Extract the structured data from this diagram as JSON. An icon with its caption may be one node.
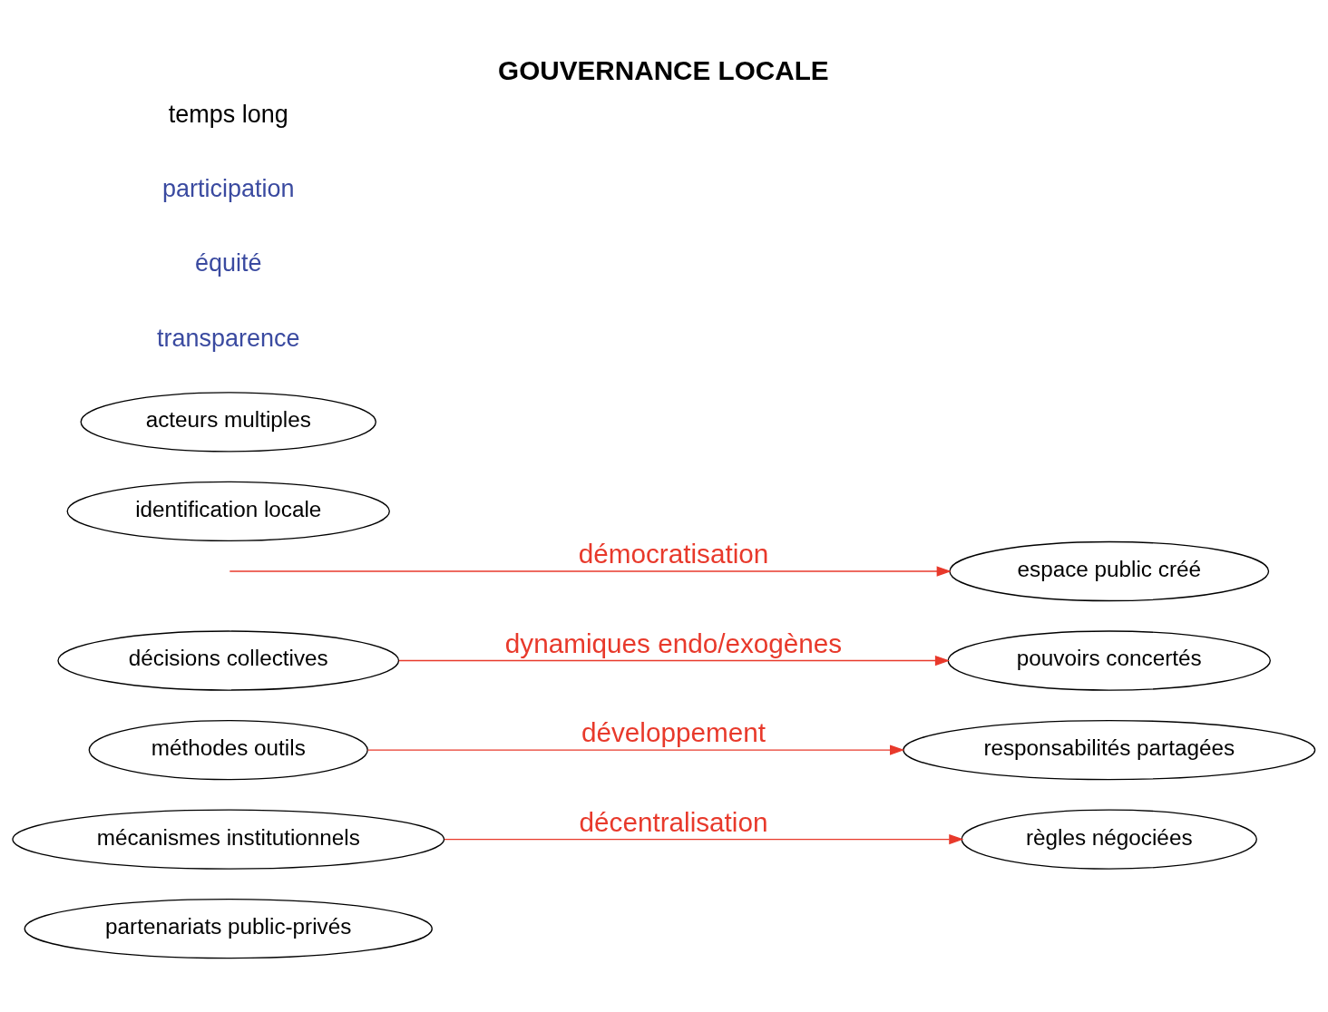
{
  "diagram": {
    "title": "GOUVERNANCE LOCALE",
    "nodes": [
      {
        "text": [
          "partenariats public-privés"
        ]
      },
      {
        "text": [
          "règles négociées"
        ]
      },
      {
        "text": [
          "mécanismes institutionnels"
        ]
      },
      {
        "text": [
          "responsabilités partagées"
        ]
      },
      {
        "text": [
          "méthodes outils"
        ]
      },
      {
        "text": [
          "pouvoirs concertés"
        ]
      },
      {
        "text": [
          "décisions collectives"
        ]
      },
      {
        "text": [
          "espace public créé"
        ]
      },
      {
        "text": [
          "identification locale"
        ]
      },
      {
        "text": [
          "acteurs multiples"
        ]
      }
    ],
    "edges": [
      {
        "from": 2,
        "to": 1,
        "arrow": "to",
        "label": "décentralisation",
        "color": "#e8392b"
      },
      {
        "from": 4,
        "to": 3,
        "arrow": "to",
        "label": "développement",
        "color": "#e8392b"
      },
      {
        "from": 6,
        "to": 5,
        "arrow": "to",
        "label": "dynamiques endo/exogènes",
        "color": "#e8392b"
      },
      {
        "from": null,
        "to": 7,
        "arrow": "to",
        "label": "démocratisation",
        "color": "#e8392b"
      }
    ],
    "labels": [
      "transparence",
      "équité",
      "participation",
      "temps long"
    ]
  }
}
